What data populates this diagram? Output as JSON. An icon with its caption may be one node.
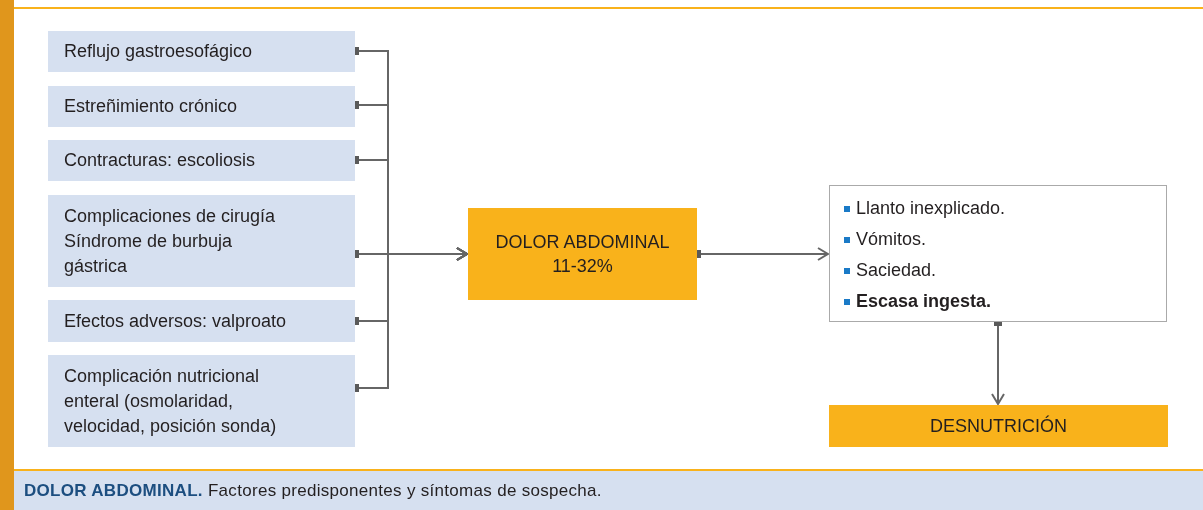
{
  "diagram": {
    "caption": "**DOLOR ABDOMINAL.** Factores predisponentes y síntomas de sospecha.",
    "nodes": [
      {
        "text": [
          "Reflujo gastroesofágico"
        ]
      },
      {
        "text": [
          "Estreñimiento crónico"
        ]
      },
      {
        "text": [
          "Contracturas: escoliosis"
        ]
      },
      {
        "text": [
          "Complicaciones de cirugía Síndrome de burbuja gástrica"
        ]
      },
      {
        "text": [
          "Efectos adversos: valproato"
        ]
      },
      {
        "text": [
          "Complicación nutricional enteral (osmolaridad, velocidad, posición sonda)"
        ]
      },
      {
        "text": [
          "DOLOR ABDOMINAL 11-32%"
        ]
      },
      {
        "text": [
          "Llanto inexplicado.",
          "Vómitos.",
          "Saciedad.",
          "**Escasa ingesta.**"
        ]
      },
      {
        "text": [
          "DESNUTRICIÓN"
        ]
      }
    ],
    "edges": [
      {
        "from": 0,
        "to": 6,
        "arrow": "to"
      },
      {
        "from": 1,
        "to": 6,
        "arrow": "to"
      },
      {
        "from": 2,
        "to": 6,
        "arrow": "to"
      },
      {
        "from": 3,
        "to": 6,
        "arrow": "to"
      },
      {
        "from": 4,
        "to": 6,
        "arrow": "to"
      },
      {
        "from": 5,
        "to": 6,
        "arrow": "to"
      },
      {
        "from": 6,
        "to": 7,
        "arrow": "to"
      },
      {
        "from": 7,
        "to": 8,
        "arrow": "to"
      }
    ]
  }
}
